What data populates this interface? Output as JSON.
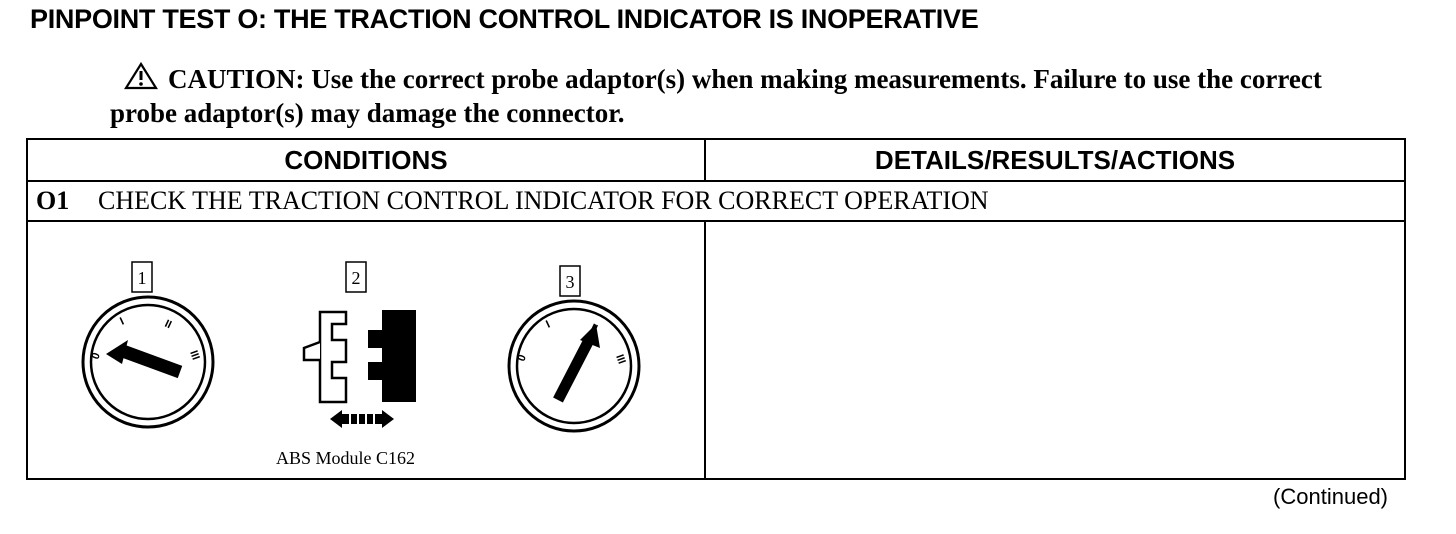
{
  "title": "PINPOINT TEST O:  THE TRACTION CONTROL INDICATOR IS INOPERATIVE",
  "caution": {
    "icon": "warning-triangle-icon",
    "text": "CAUTION:  Use the correct probe adaptor(s) when making measurements. Failure to use the correct probe adaptor(s) may damage the connector."
  },
  "table": {
    "headers": {
      "conditions": "CONDITIONS",
      "details": "DETAILS/RESULTS/ACTIONS"
    },
    "step": {
      "number": "O1",
      "title": "CHECK THE TRACTION CONTROL INDICATOR FOR CORRECT OPERATION"
    },
    "figure": {
      "callouts": [
        "1",
        "2",
        "3"
      ],
      "ignition_marks": [
        "0",
        "I",
        "II",
        "III"
      ],
      "connector_label": "ABS Module C162"
    }
  },
  "footer": {
    "continued": "(Continued)"
  }
}
